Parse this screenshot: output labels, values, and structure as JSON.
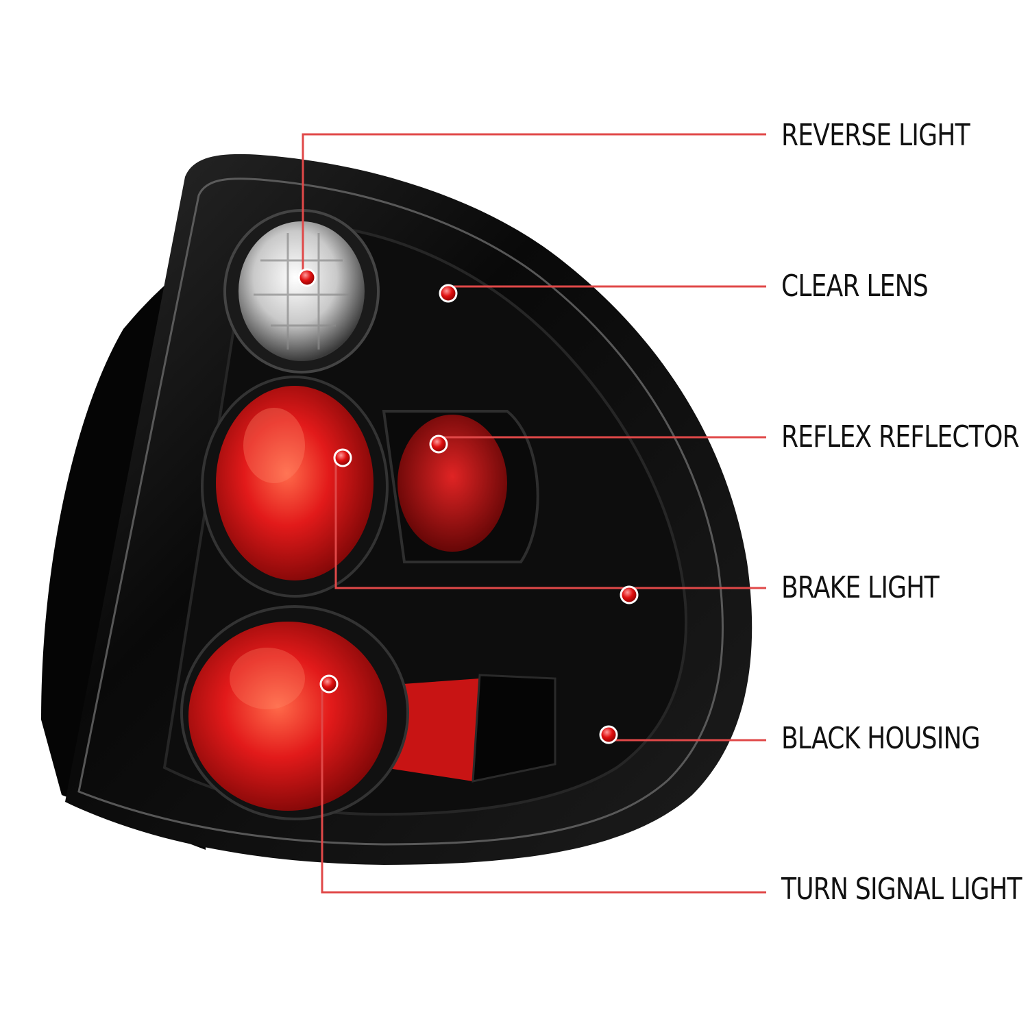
{
  "callouts": {
    "reverse_light": "REVERSE LIGHT",
    "clear_lens": "CLEAR LENS",
    "reflex_reflector": "REFLEX REFLECTOR",
    "brake_light": "BRAKE LIGHT",
    "black_housing": "BLACK HOUSING",
    "turn_signal_light": "TURN SIGNAL LIGHT"
  },
  "colors": {
    "housing": "#0a0a0a",
    "lens_red": "#d81818",
    "reflector_red": "#b01010",
    "clear_lens": "#e8e8e8",
    "leader_line": "#e04848",
    "marker_dot": "#e01010",
    "background": "#ffffff"
  }
}
